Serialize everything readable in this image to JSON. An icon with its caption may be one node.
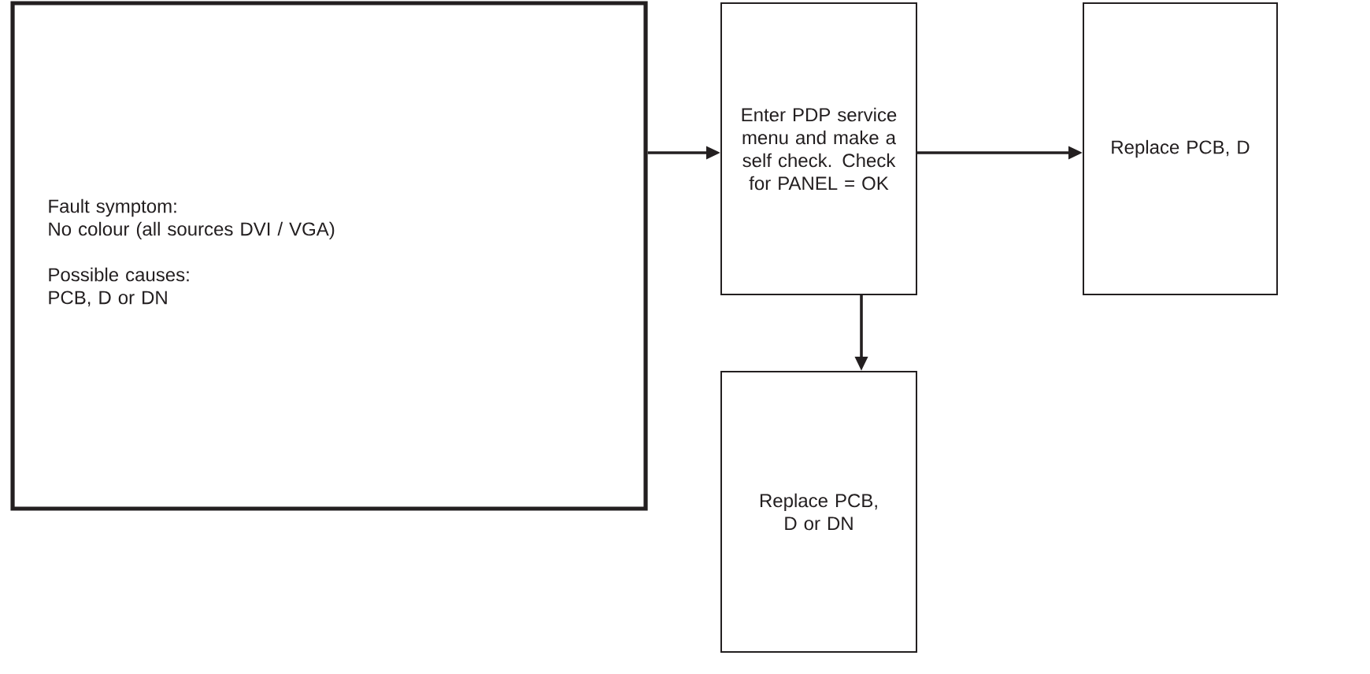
{
  "diagram": {
    "nodes": [
      {
        "text": [
          "Fault symptom:",
          "No colour (all sources DVI / VGA)",
          "Possible causes:",
          "PCB, D or DN"
        ]
      },
      {
        "text": [
          "Enter PDP service menu and make a self check. Check for PANEL = OK"
        ]
      },
      {
        "text": [
          "Replace PCB, D"
        ]
      },
      {
        "text": [
          "Replace PCB, D or DN"
        ]
      }
    ],
    "edges": [
      {
        "from": 0,
        "to": 1,
        "arrow": "to"
      },
      {
        "from": 1,
        "to": 2,
        "arrow": "to"
      },
      {
        "from": 1,
        "to": 3,
        "arrow": "to"
      }
    ]
  }
}
